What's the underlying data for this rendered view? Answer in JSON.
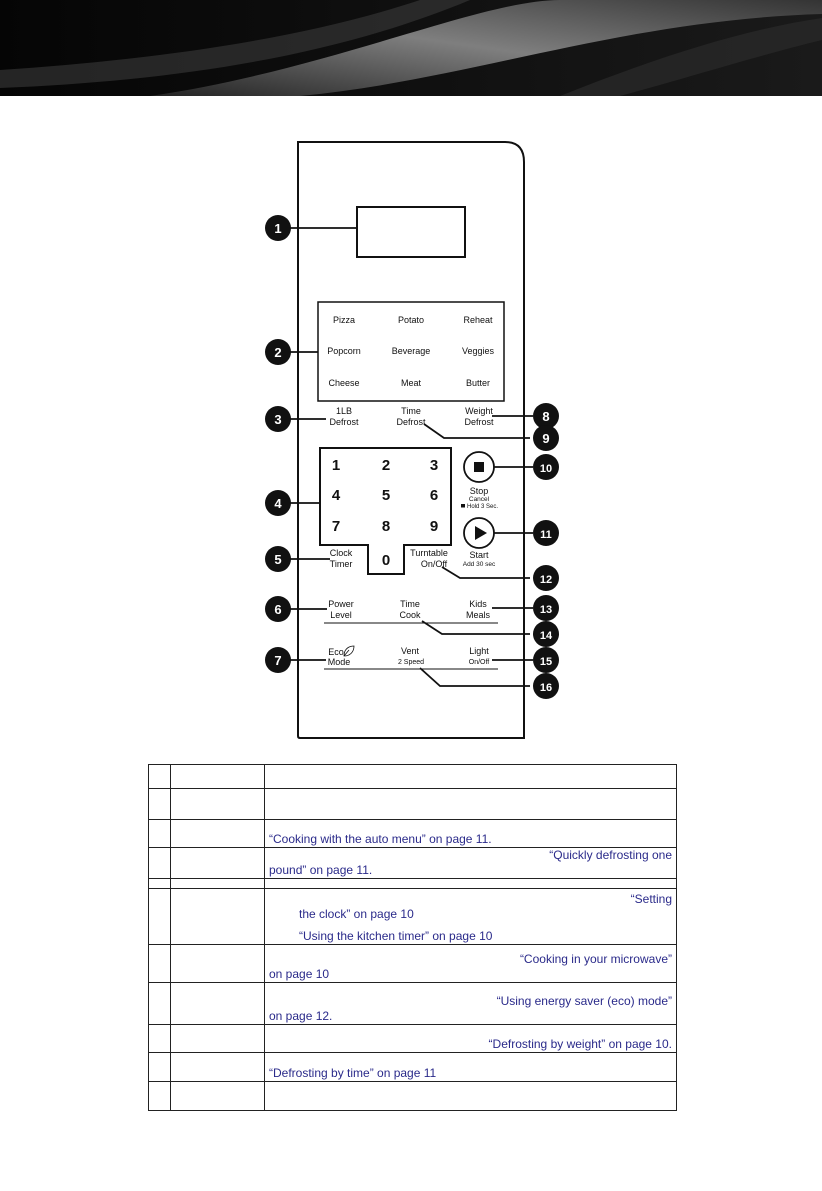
{
  "colors": {
    "ink": "#111111",
    "link": "#2a2a8a",
    "banner": "#0b0b0b"
  },
  "panel": {
    "auto_menu": [
      [
        "Pizza",
        "Potato",
        "Reheat"
      ],
      [
        "Popcorn",
        "Beverage",
        "Veggies"
      ],
      [
        "Cheese",
        "Meat",
        "Butter"
      ]
    ],
    "defrost": {
      "one_lb": [
        "1LB",
        "Defrost"
      ],
      "time": [
        "Time",
        "Defrost"
      ],
      "weight": [
        "Weight",
        "Defrost"
      ]
    },
    "keypad": [
      "1",
      "2",
      "3",
      "4",
      "5",
      "6",
      "7",
      "8",
      "9",
      "0"
    ],
    "stop": {
      "label": "Stop",
      "sub1": "Cancel",
      "sub2": "Hold 3 Sec."
    },
    "start": {
      "label": "Start",
      "sub": "Add 30 sec"
    },
    "clock_timer": [
      "Clock",
      "Timer"
    ],
    "turntable": [
      "Turntable",
      "On/Off"
    ],
    "power_level": [
      "Power",
      "Level"
    ],
    "time_cook": [
      "Time",
      "Cook"
    ],
    "kids_meals": [
      "Kids",
      "Meals"
    ],
    "eco_mode": [
      "Eco",
      "Mode"
    ],
    "vent": [
      "Vent",
      "2 Speed"
    ],
    "light": [
      "Light",
      "On/Off"
    ],
    "icons": {
      "stop": "stop-square-icon",
      "start": "play-triangle-icon",
      "eco": "leaf-icon",
      "lock": "lock-icon"
    }
  },
  "callouts": [
    "1",
    "2",
    "3",
    "4",
    "5",
    "6",
    "7",
    "8",
    "9",
    "10",
    "11",
    "12",
    "13",
    "14",
    "15",
    "16"
  ],
  "table": {
    "rows": [
      {
        "lines": [
          ""
        ]
      },
      {
        "lines": [
          ""
        ]
      },
      {
        "lines": [
          "“Cooking with the auto menu” on page 11."
        ]
      },
      {
        "lines": [
          "“Quickly defrosting one",
          "pound” on page 11."
        ]
      },
      {
        "lines": [
          ""
        ]
      },
      {
        "lines": [
          "“Setting",
          "the clock” on page 10",
          "“Using the kitchen timer” on page 10"
        ]
      },
      {
        "lines": [
          "“Cooking in your microwave”",
          "on page 10"
        ]
      },
      {
        "lines": [
          "“Using energy saver (eco) mode”",
          "on page 12."
        ]
      },
      {
        "lines": [
          "“Defrosting by weight” on page 10."
        ]
      },
      {
        "lines": [
          "“Defrosting by time” on page 11"
        ]
      },
      {
        "lines": [
          ""
        ]
      }
    ]
  }
}
